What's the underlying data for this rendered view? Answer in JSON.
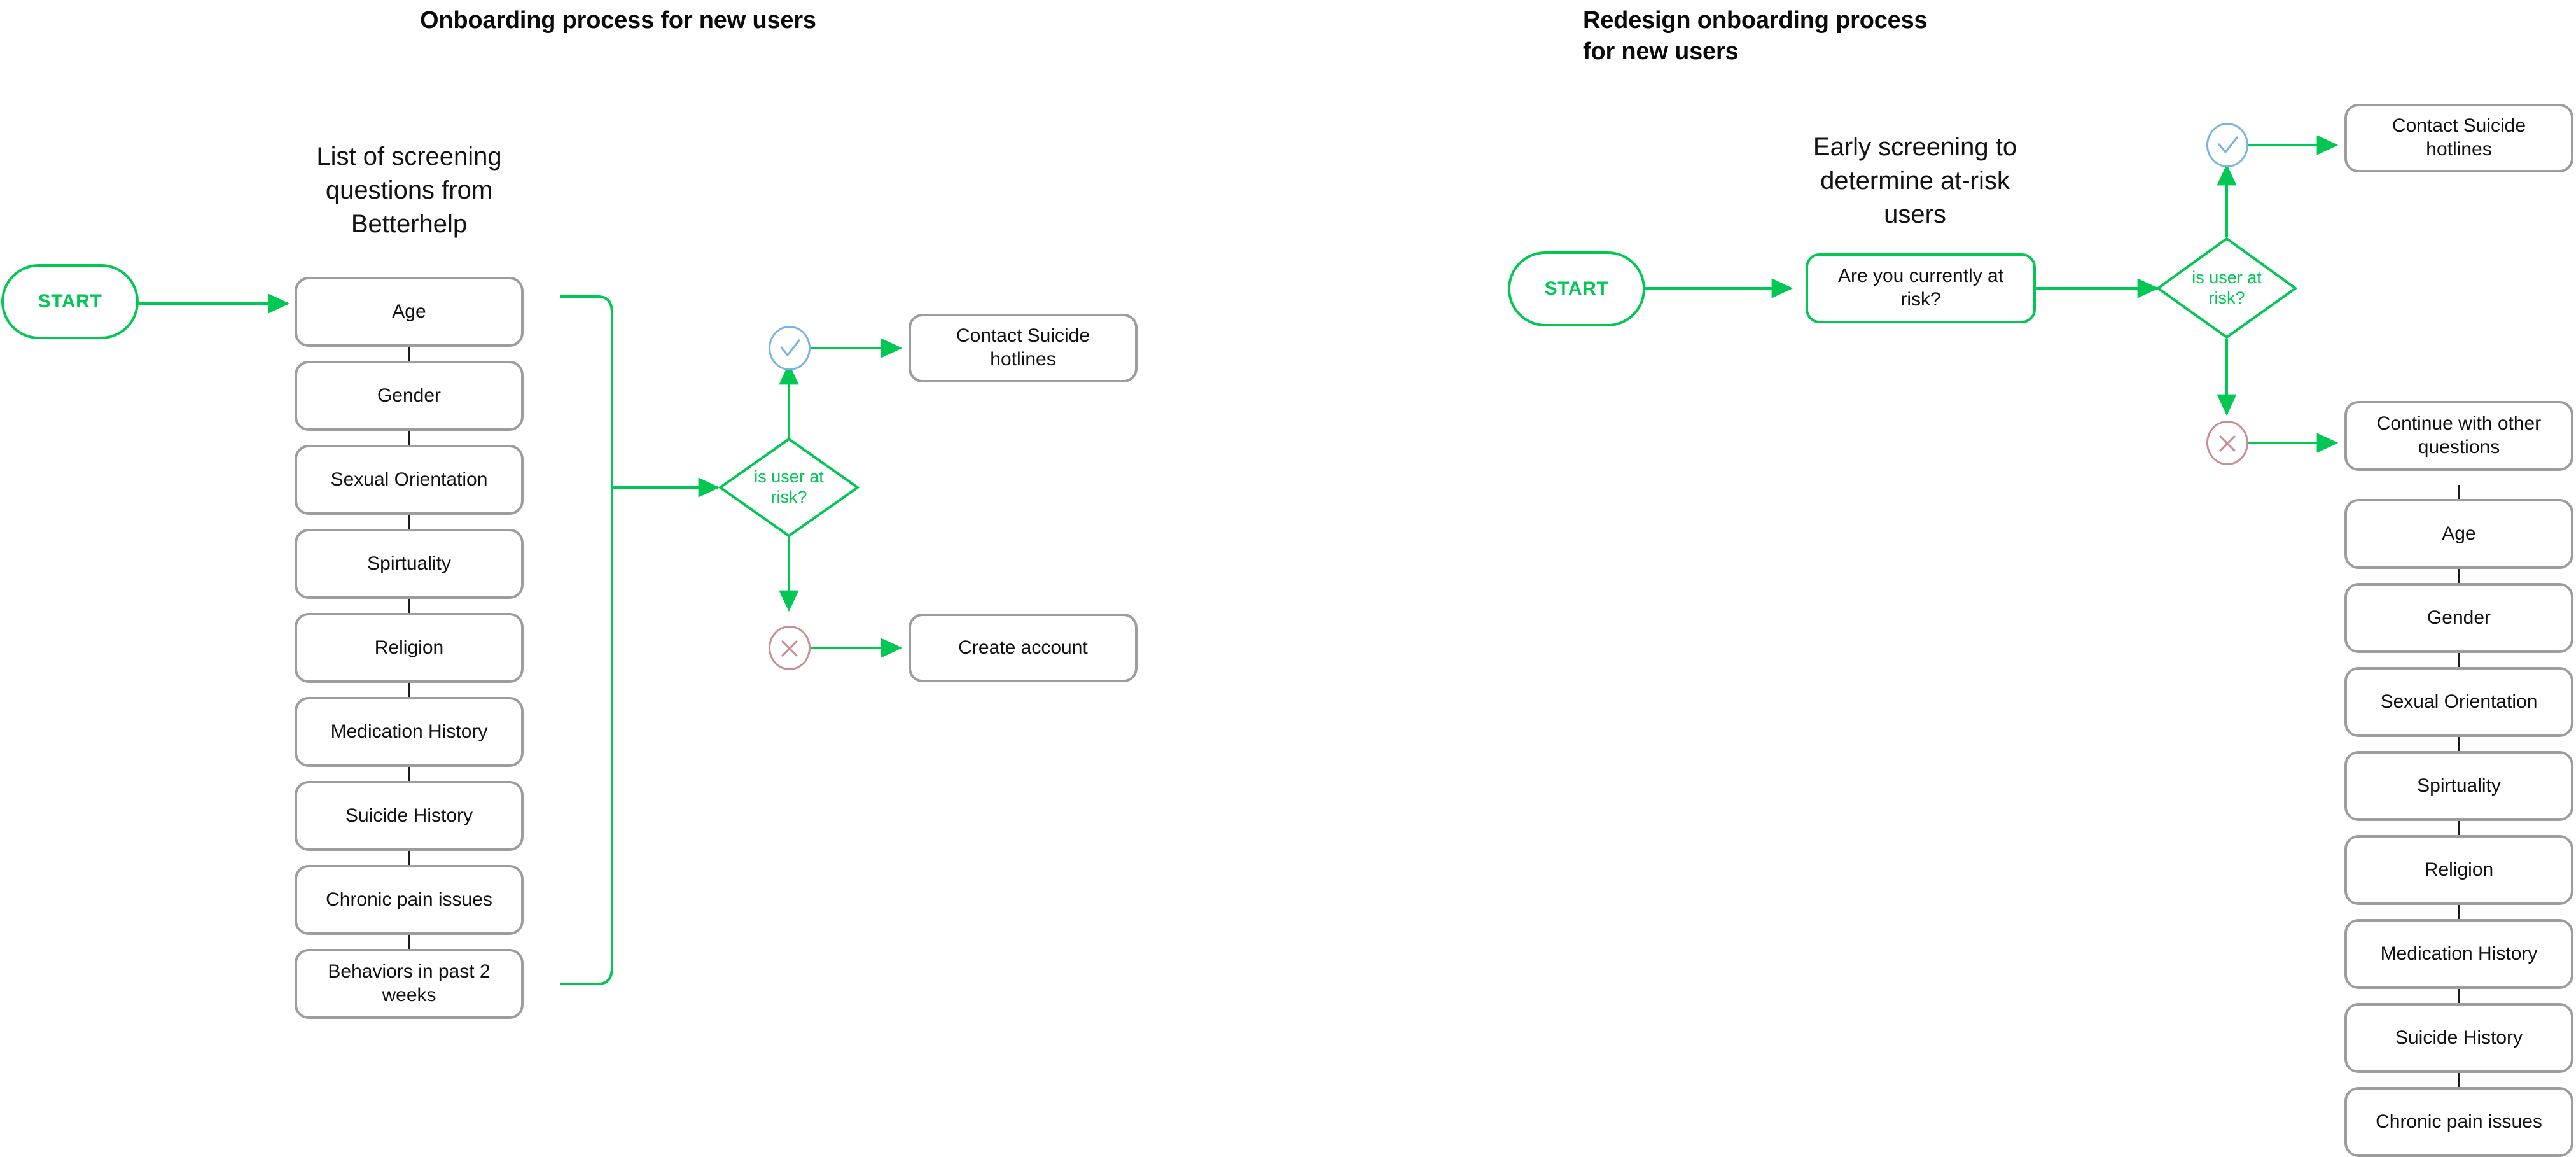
{
  "theme": {
    "accent_green": "#00c853",
    "node_border_gray": "#9d9d9d",
    "yes_badge_blue": "#79b4e2",
    "no_badge_red": "#cb8c93",
    "text_black": "#111111",
    "background": "#ffffff"
  },
  "left_board": {
    "title": "Onboarding process for new users",
    "group_label": "List of screening\nquestions from\nBetterhelp",
    "start_label": "START",
    "decision_label": "is user at\nrisk?",
    "yes_badge_icon": "check-icon",
    "no_badge_icon": "cross-icon",
    "questions": [
      "Age",
      "Gender",
      "Sexual Orientation",
      "Spirtuality",
      "Religion",
      "Medication History",
      "Suicide History",
      "Chronic pain issues",
      "Behaviors in past 2\nweeks"
    ],
    "outcomes": {
      "yes": "Contact Suicide\nhotlines",
      "no": "Create account"
    }
  },
  "right_board": {
    "title": "Redesign onboarding process\nfor new users",
    "group_label": "Early screening to\ndetermine at-risk\nusers",
    "start_label": "START",
    "screening_question": "Are you currently at\nrisk?",
    "decision_label": "is user at\nrisk?",
    "yes_badge_icon": "check-icon",
    "no_badge_icon": "cross-icon",
    "outcomes": {
      "yes": "Contact Suicide\nhotlines",
      "no": "Continue with other\nquestions"
    },
    "questions": [
      "Age",
      "Gender",
      "Sexual Orientation",
      "Spirtuality",
      "Religion",
      "Medication History",
      "Suicide History",
      "Chronic pain issues"
    ]
  }
}
